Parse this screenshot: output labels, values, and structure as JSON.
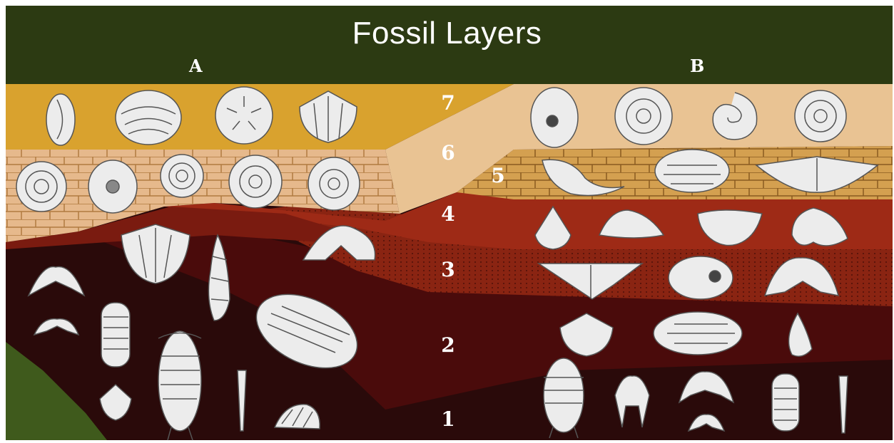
{
  "title": "Fossil Layers",
  "columns": {
    "a": "A",
    "b": "B"
  },
  "layers": [
    "1",
    "2",
    "3",
    "4",
    "5",
    "6",
    "7"
  ],
  "colors": {
    "header": "#2c3a12",
    "layer7": "#d9a22e",
    "layer6": "#e9c393",
    "layer5": "#d4a257",
    "layer4": "#9e2a16",
    "layer3": "#7a1b10",
    "layer2": "#4a0b0b",
    "layer1": "#2a0a0a",
    "green": "#3f5a1c",
    "fossil": "#ececec"
  },
  "fossils": {
    "column_a": [
      "snail-shell",
      "clam-shell",
      "sand-dollar",
      "scallop-shell",
      "ammonite",
      "ammonite",
      "ammonite",
      "ammonite",
      "ammonite",
      "brachiopod",
      "spiral-shell",
      "trilobite",
      "trilobite",
      "trilobite",
      "brachiopod",
      "trilobite",
      "crinoid-stem",
      "shell"
    ],
    "column_b": [
      "shell",
      "ammonite",
      "ammonite",
      "ammonite",
      "horn-coral",
      "colonial-coral",
      "brachiopod",
      "brachiopod",
      "brachiopod",
      "brachiopod",
      "brachiopod",
      "brachiopod",
      "snail-shell",
      "trilobite",
      "brachiopod",
      "trilobite",
      "snail-shell",
      "trilobite",
      "trilobite",
      "trilobite",
      "trilobite",
      "crinoid-stem"
    ]
  }
}
